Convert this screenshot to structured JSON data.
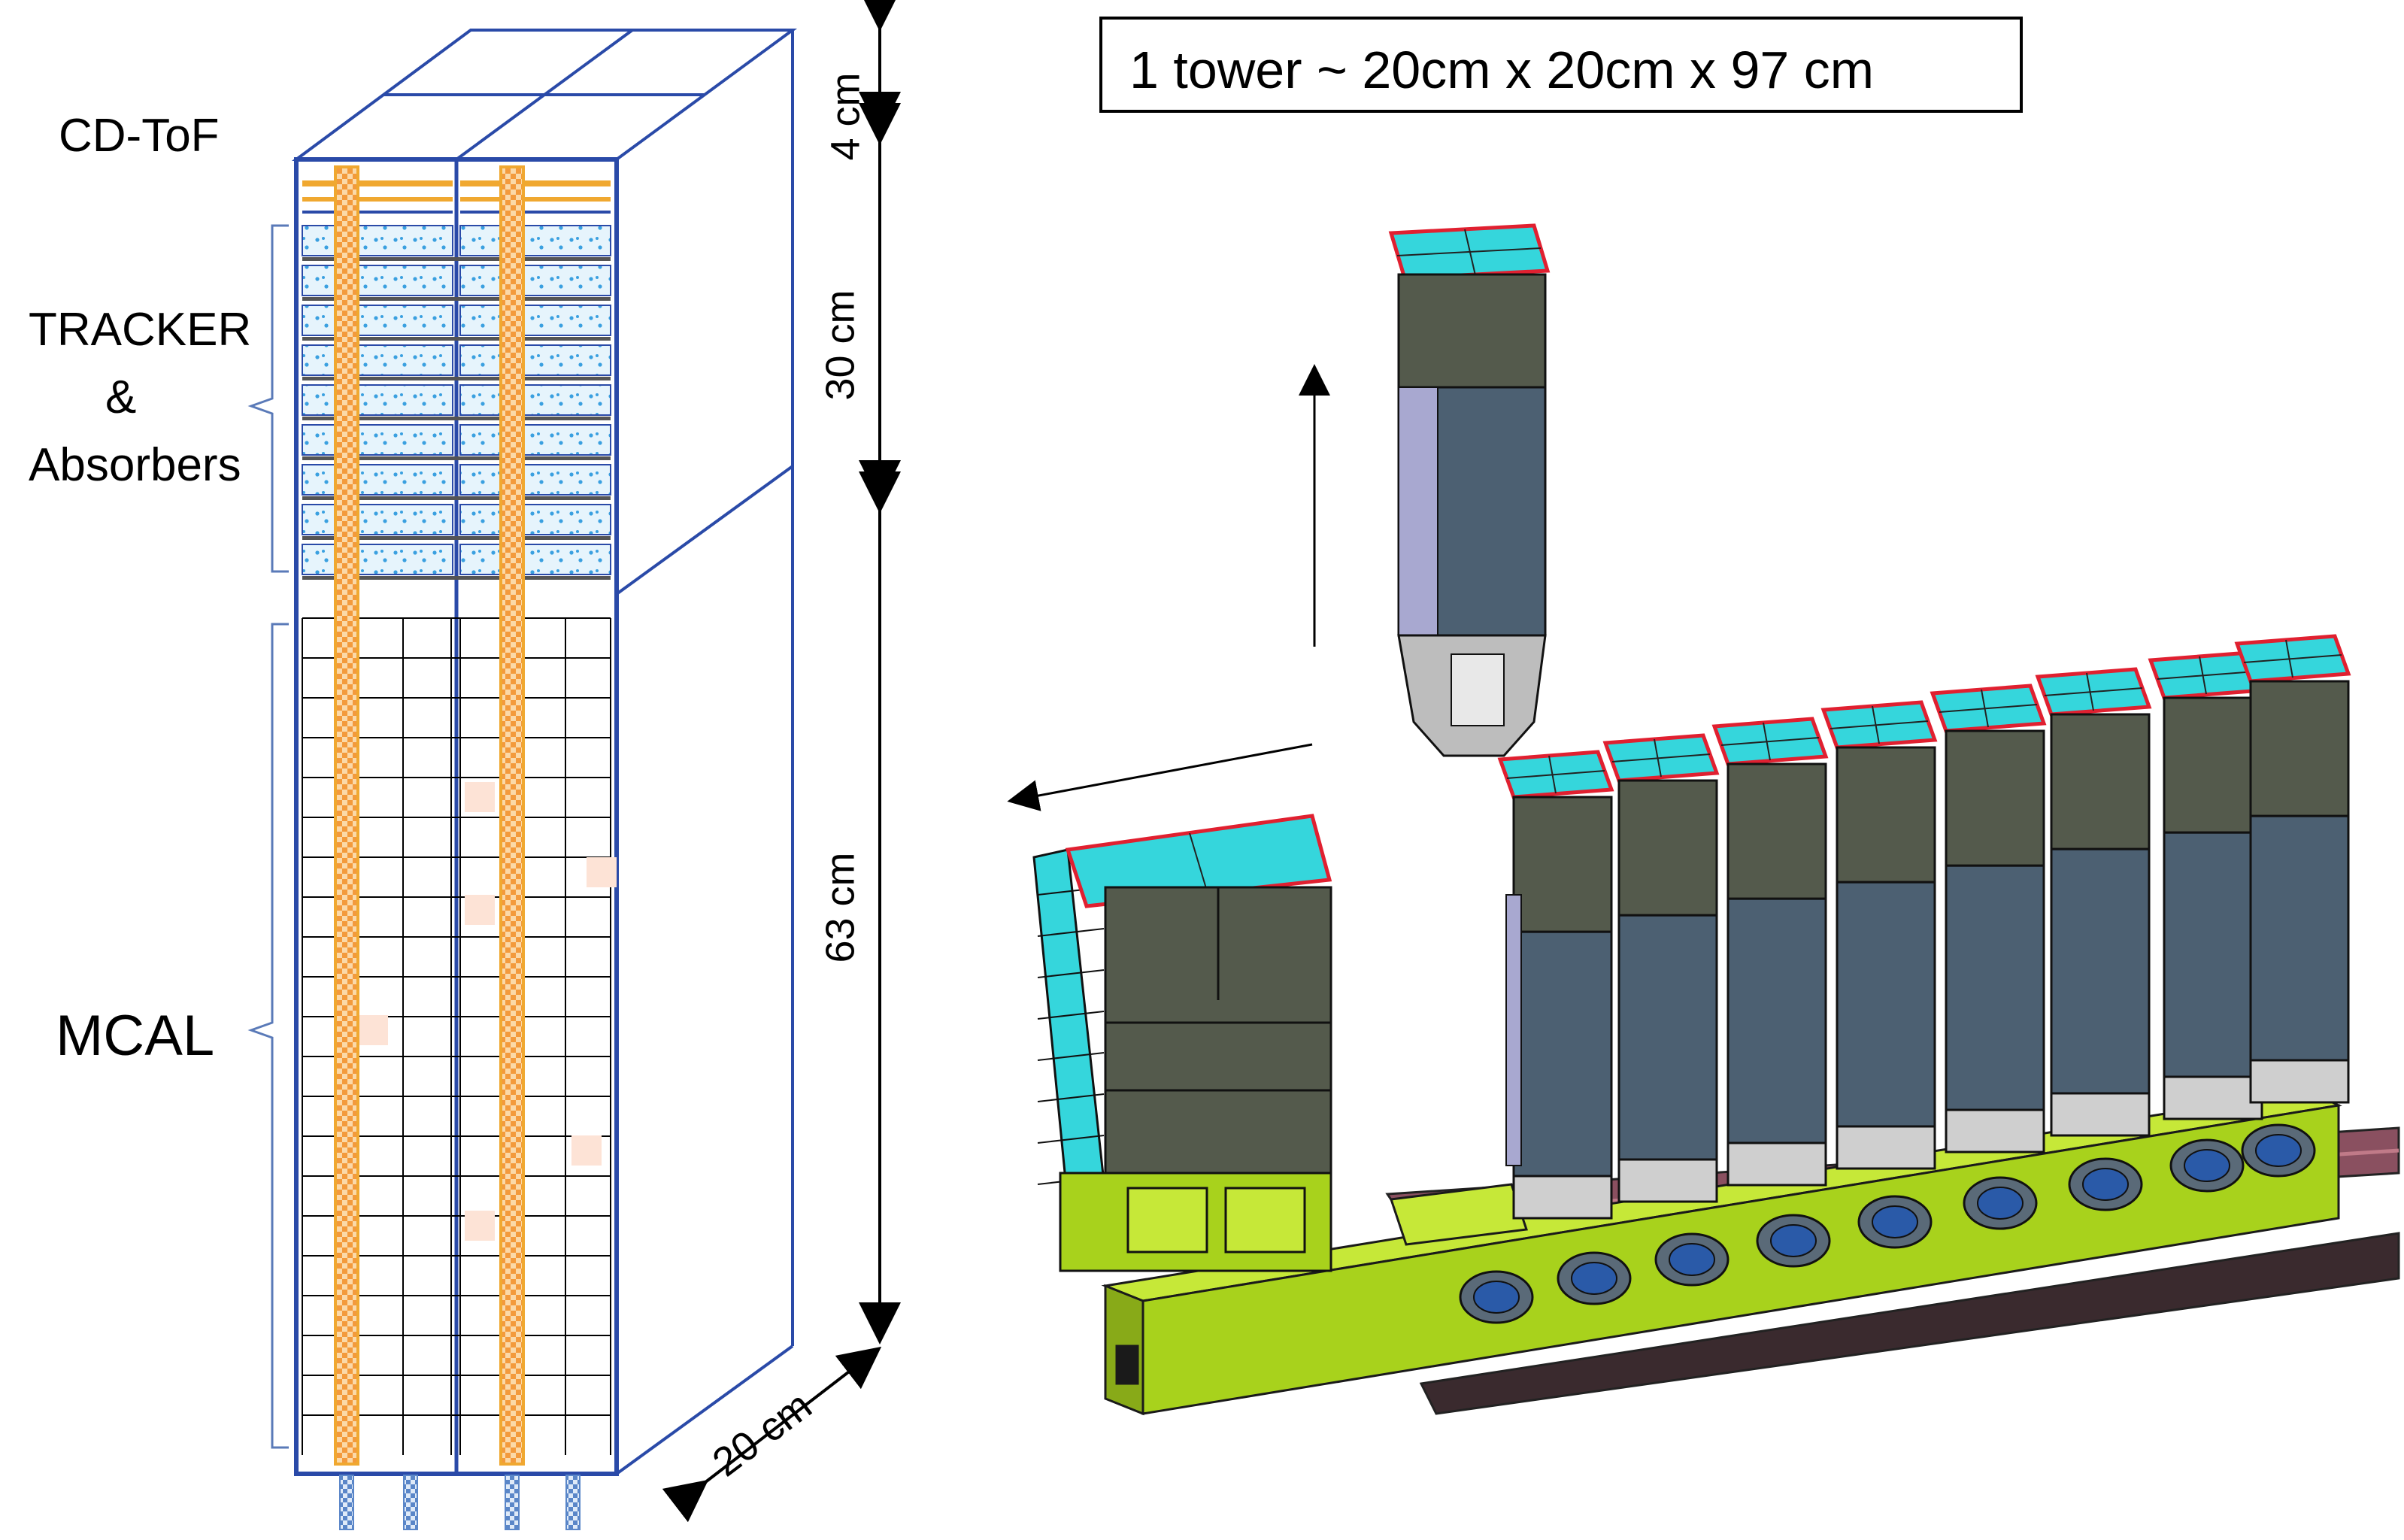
{
  "labels": {
    "cd_tof": "CD-ToF",
    "tracker_line1": "TRACKER",
    "tracker_line2": "&",
    "tracker_line3": "Absorbers",
    "mcal": "MCAL"
  },
  "dimensions": {
    "top": "4 cm",
    "tracker": "30 cm",
    "mcal": "63 cm",
    "width": "20 cm"
  },
  "caption": "1 tower ~ 20cm x 20cm x 97 cm",
  "colors": {
    "outline": "#2a4aa8",
    "fiber": "#f0a830",
    "tracker_dots": "#3aa0e0",
    "cap_cyan": "#35d6dc",
    "cap_red": "#e02030",
    "module_dark": "#545a4c",
    "module_blue": "#4c6072",
    "module_lilac": "#a8a8d0",
    "base_green": "#a8d21c",
    "rail": "#8a5060",
    "disc": "#2a5aa8"
  }
}
